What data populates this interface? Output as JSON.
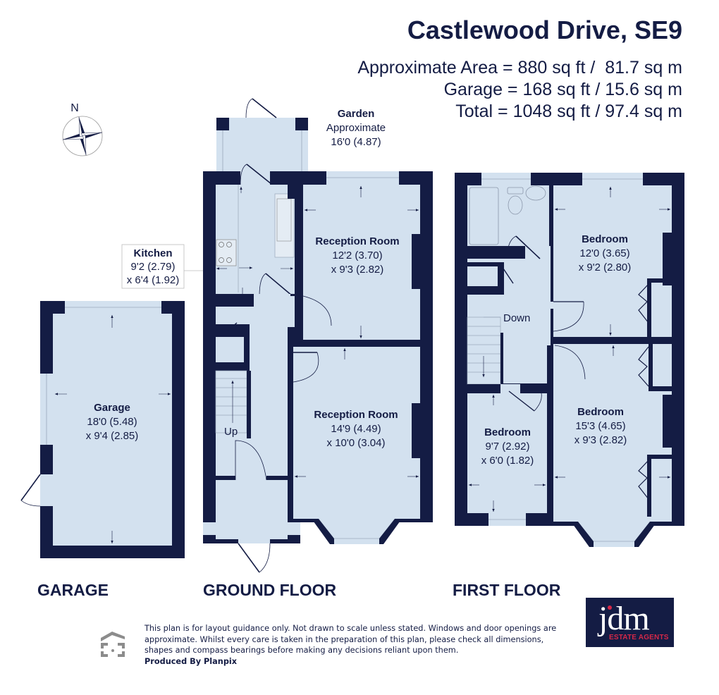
{
  "header": {
    "title": "Castlewood Drive, SE9",
    "area_lines": [
      "Approximate Area = 880 sq ft /  81.7 sq m",
      "Garage = 168 sq ft / 15.6 sq m",
      "Total = 1048 sq ft / 97.4 sq m"
    ]
  },
  "compass": {
    "label": "N",
    "icon": "compass-rose-icon"
  },
  "garden": {
    "name": "Garden",
    "qualifier": "Approximate",
    "dimension": "16'0 (4.87)"
  },
  "rooms": {
    "kitchen": {
      "name": "Kitchen",
      "dim1": "9'2 (2.79)",
      "dim2": "x 6'4 (1.92)"
    },
    "reception_rear": {
      "name": "Reception Room",
      "dim1": "12'2 (3.70)",
      "dim2": "x 9'3 (2.82)"
    },
    "reception_front": {
      "name": "Reception Room",
      "dim1": "14'9 (4.49)",
      "dim2": "x 10'0 (3.04)"
    },
    "garage": {
      "name": "Garage",
      "dim1": "18'0 (5.48)",
      "dim2": "x 9'4 (2.85)"
    },
    "bedroom_rear": {
      "name": "Bedroom",
      "dim1": "12'0 (3.65)",
      "dim2": "x 9'2 (2.80)"
    },
    "bedroom_front": {
      "name": "Bedroom",
      "dim1": "15'3 (4.65)",
      "dim2": "x 9'3 (2.82)"
    },
    "bedroom_small": {
      "name": "Bedroom",
      "dim1": "9'7 (2.92)",
      "dim2": "x 6'0 (1.82)"
    }
  },
  "stairs": {
    "ground_label": "Up",
    "first_label": "Down"
  },
  "floor_labels": {
    "garage": "GARAGE",
    "ground": "GROUND FLOOR",
    "first": "FIRST FLOOR"
  },
  "footer": {
    "disclaimer": "This plan is for layout guidance only. Not drawn to scale unless stated. Windows and door openings are approximate. Whilst every care is taken in the preparation of this plan, please check all dimensions, shapes and compass bearings before making any decisions reliant upon them.",
    "produced_by": "Produced By Planpix"
  },
  "logo": {
    "text": "jdm",
    "subtitle": "ESTATE AGENTS"
  },
  "colors": {
    "wall": "#141c44",
    "floor": "#d3e1ef",
    "text": "#141c44",
    "accent": "#d62848",
    "planpix_gray": "#8c8c8c"
  }
}
